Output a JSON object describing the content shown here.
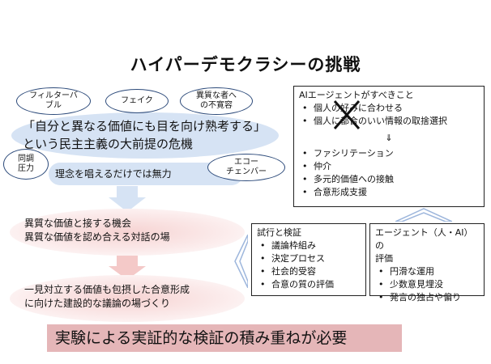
{
  "title": "ハイパーデモクラシーの挑戦",
  "ovals": {
    "filter_bubble": "フィルターバ\nブル",
    "fake": "フェイク",
    "intolerance": "異質な者へ\nの不寛容",
    "peer_pressure": "同調\n圧力",
    "echo_chamber": "エコー\nチェンバー"
  },
  "main_issue": "「自分と異なる価値にも目を向け熟考する」\nという民主主義の大前提の危機",
  "powerless": "理念を唱えるだけでは無力",
  "step1": "異質な価値と接する機会\n異質な価値を認め合える対話の場",
  "step2": "一見対立する価値も包摂した合意形成\nに向けた建設的な議論の場づくり",
  "ai_box": {
    "heading": "AIエージェントがすべきこと",
    "crossed_items": [
      "個人の好みに合わせる",
      "個人に都合のいい情報の取捨選択"
    ],
    "arrow": "⇓",
    "items": [
      "ファシリテーション",
      "仲介",
      "多元的価値への接触",
      "合意形成支援"
    ]
  },
  "trial_box": {
    "heading": "試行と検証",
    "items": [
      "議論枠組み",
      "決定プロセス",
      "社会的受容",
      "合意の質の評価"
    ]
  },
  "eval_box": {
    "heading": "エージェント（人・AI）の\n評価",
    "items": [
      "円滑な運用",
      "少数意見埋没",
      "発言の独占や偏り"
    ]
  },
  "conclusion": "実験による実証的な検証の積み重ねが必要",
  "colors": {
    "light_blue": "#d6e3f4",
    "pink": "#f6d3d2",
    "banner": "#e5b6b8",
    "cross": "#111111"
  }
}
